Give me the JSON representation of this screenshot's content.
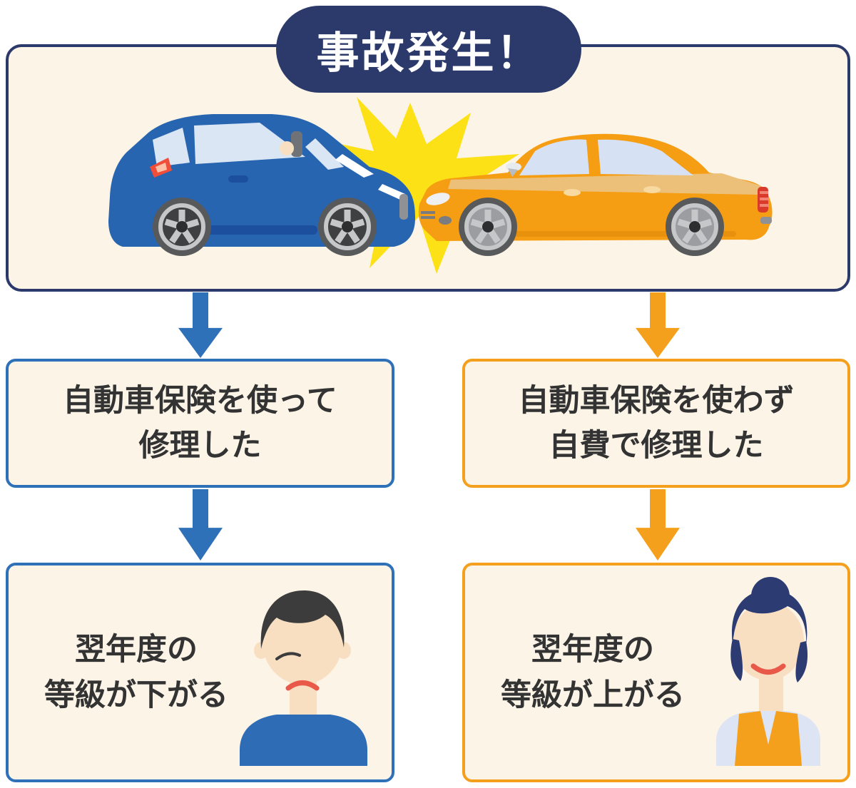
{
  "banner": {
    "title": "事故発生！"
  },
  "flow": {
    "left": {
      "step1": {
        "line1": "自動車保険を使って",
        "line2": "修理した"
      },
      "step2": {
        "line1": "翌年度の",
        "line2": "等級が下がる"
      }
    },
    "right": {
      "step1": {
        "line1": "自動車保険を使わず",
        "line2": "自費で修理した"
      },
      "step2": {
        "line1": "翌年度の",
        "line2": "等級が上がる"
      }
    }
  },
  "icons": {
    "blue_car": "blue hatchback car side view facing right",
    "orange_car": "orange sedan car side view facing left",
    "crash_star": "yellow collision starburst between the cars",
    "sad_man": "sad man with dark hair and blue shirt",
    "happy_woman": "smiling woman with navy bun hair and orange vest"
  },
  "colors": {
    "navy": "#2b3a6b",
    "cream": "#fcf4e7",
    "blue_accent": "#2e71b8",
    "orange_accent": "#f5a01c",
    "star_yellow": "#fde117",
    "text": "#333333",
    "mouth_red": "#e8594a"
  }
}
